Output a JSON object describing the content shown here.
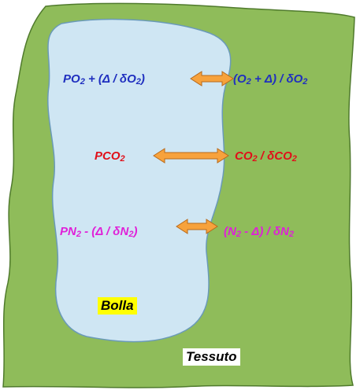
{
  "colors": {
    "tissue_fill": "#8fbc5a",
    "tissue_stroke": "#4f7a2c",
    "bubble_fill": "#cfe6f3",
    "bubble_stroke": "#6a9ab8",
    "arrow_fill": "#f7a23c",
    "arrow_stroke": "#b8691a",
    "oxygen": "#1f2fbf",
    "carbon": "#e0101a",
    "nitrogen": "#e020d8",
    "bolla_bg": "#ffff00",
    "tessuto_bg": "#ffffff"
  },
  "labels": {
    "bolla": "Bolla",
    "tessuto": "Tessuto"
  },
  "rows": {
    "oxygen": {
      "left": [
        "PO",
        "2",
        " + (Δ / δO",
        "2",
        ")"
      ],
      "right": [
        "(O",
        "2",
        " + Δ) / δO",
        "2",
        ""
      ]
    },
    "carbon": {
      "left": [
        "PCO",
        "2",
        "",
        "",
        ""
      ],
      "right": [
        "CO",
        "2",
        " / δCO",
        "2",
        ""
      ]
    },
    "nitrogen": {
      "left": [
        "PN",
        "2",
        " - (Δ / δN",
        "2",
        ")"
      ],
      "right": [
        "(N",
        "2",
        " - Δ) / δN",
        "2",
        ""
      ]
    }
  }
}
